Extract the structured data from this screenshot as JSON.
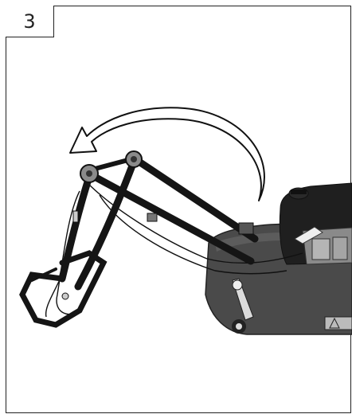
{
  "figure": {
    "step_number": "3",
    "caption": "",
    "illustration": {
      "subject": "lawn-mower-handle-folding",
      "motion_arrow": "curved-arrow-counterclockwise"
    },
    "colors": {
      "frame": "#222222",
      "handle": "#151515",
      "mower_body": "#4a4a4a",
      "engine": "#1f1f1f",
      "arrow_fill": "#ffffff"
    }
  }
}
